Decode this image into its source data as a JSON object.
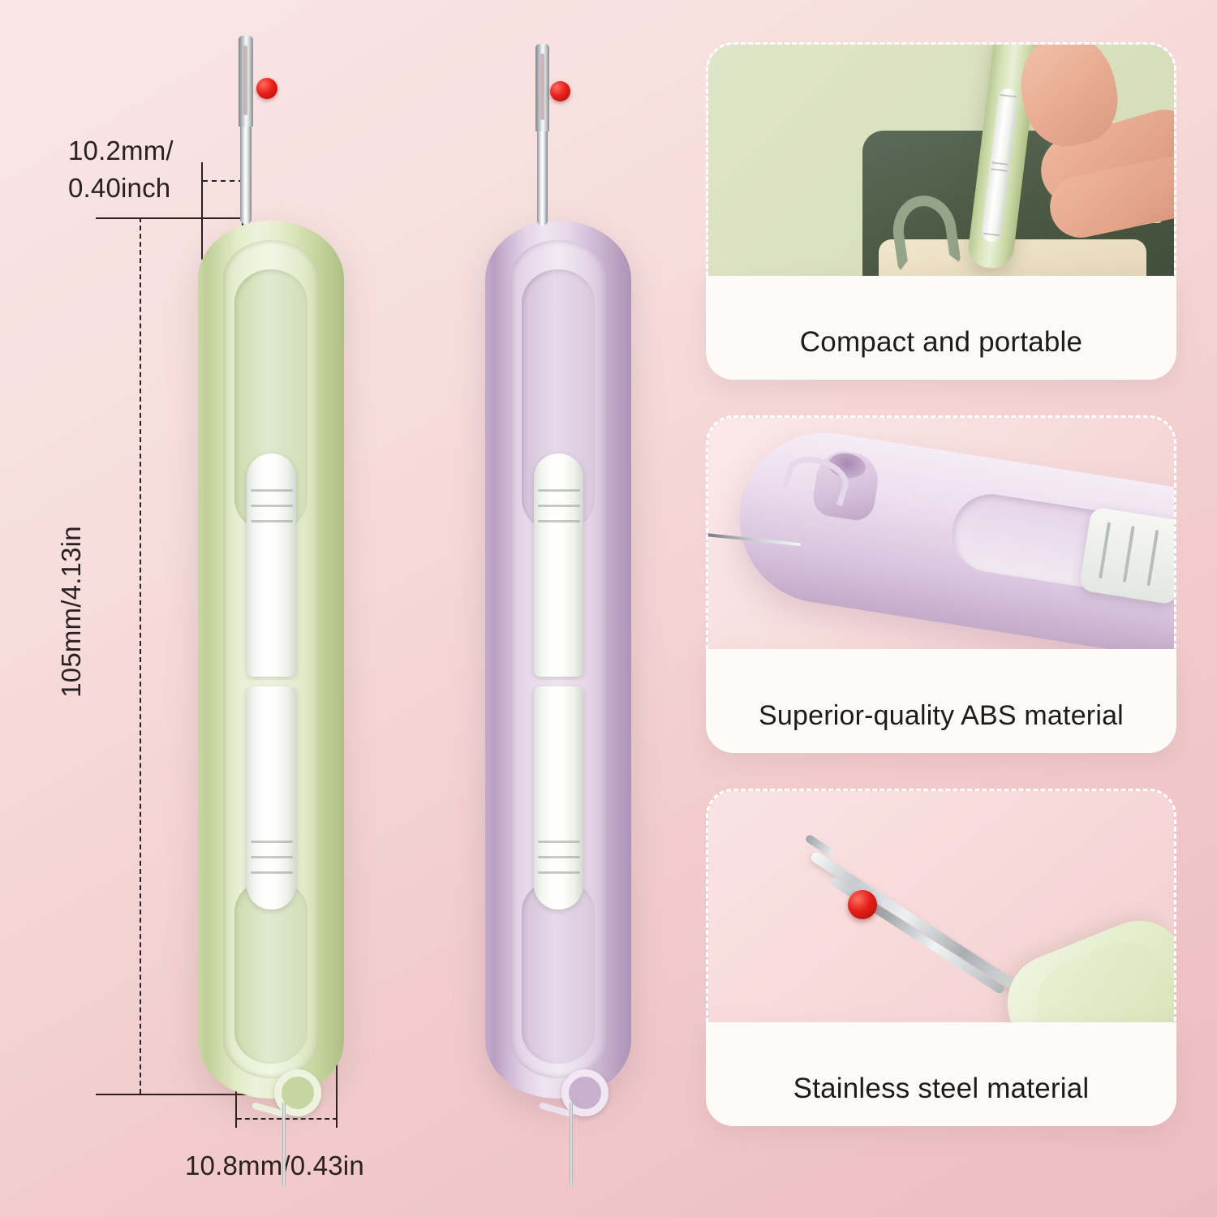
{
  "background": {
    "gradient_from": "#f9e6e5",
    "gradient_to": "#ecbcc1"
  },
  "dimensions": {
    "width_top_label": "10.2mm/\n0.40inch",
    "height_label": "105mm/4.13in",
    "width_bottom_label": "10.8mm/0.43in",
    "line_color": "#2a2020"
  },
  "products": [
    {
      "name": "seam-ripper-green",
      "color_name": "sage green",
      "color_hex": "#c5d49c",
      "blade_color_hex": "#d8dcdf",
      "ball_tip_color_hex": "#e8211b"
    },
    {
      "name": "seam-ripper-purple",
      "color_name": "lavender purple",
      "color_hex": "#c5aecb",
      "blade_color_hex": "#d8dcdf",
      "ball_tip_color_hex": "#e8211b"
    }
  ],
  "features": [
    {
      "id": "compact-portable",
      "caption": "Compact and portable",
      "photo_background_hex": "#d9e0be"
    },
    {
      "id": "abs-material",
      "caption": "Superior-quality ABS material",
      "photo_background_hex": "#f7dcdc"
    },
    {
      "id": "stainless-steel",
      "caption": "Stainless steel material",
      "photo_background_hex": "#f7d9da"
    }
  ]
}
